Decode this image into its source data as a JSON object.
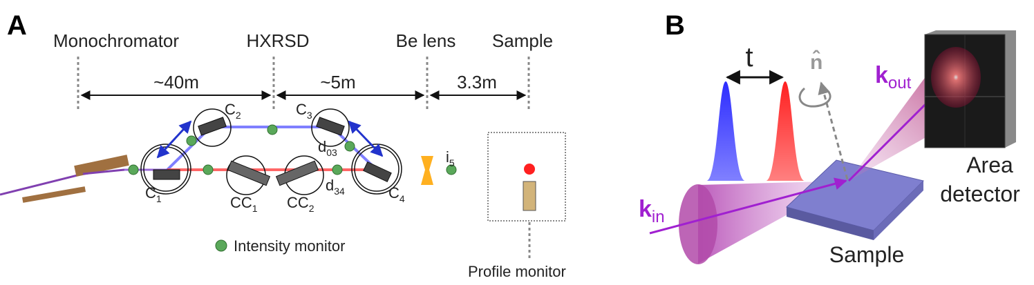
{
  "panel_a": {
    "letter": "A",
    "stations": [
      "Monochromator",
      "HXRSD",
      "Be lens",
      "Sample"
    ],
    "distances": [
      "~40m",
      "~5m",
      "3.3m"
    ],
    "crystals": {
      "c1": {
        "main": "C",
        "sub": "1"
      },
      "c2": {
        "main": "C",
        "sub": "2"
      },
      "c3": {
        "main": "C",
        "sub": "3"
      },
      "c4": {
        "main": "C",
        "sub": "4"
      },
      "cc1": {
        "main": "CC",
        "sub": "1"
      },
      "cc2": {
        "main": "CC",
        "sub": "2"
      },
      "d03": {
        "main": "d",
        "sub": "03"
      },
      "d34": {
        "main": "d",
        "sub": "34"
      },
      "i5": {
        "main": "i",
        "sub": "5"
      }
    },
    "legend": "Intensity monitor",
    "profile_monitor": "Profile monitor"
  },
  "panel_b": {
    "letter": "B",
    "delay_label": "t",
    "normal_label": "n̂",
    "k_in": {
      "main": "k",
      "sub": "in"
    },
    "k_out": {
      "main": "k",
      "sub": "out"
    },
    "detector_line1": "Area",
    "detector_line2": "detector",
    "sample_label": "Sample"
  },
  "colors": {
    "blue_beam": "#5b5bff",
    "red_beam": "#ff3b3b",
    "purple": "#a020d0",
    "monitor_green": "#5aa85a",
    "mono_brown": "#a07040",
    "lens_orange": "#ffb020",
    "sample_blue": "#7f7fcf"
  }
}
